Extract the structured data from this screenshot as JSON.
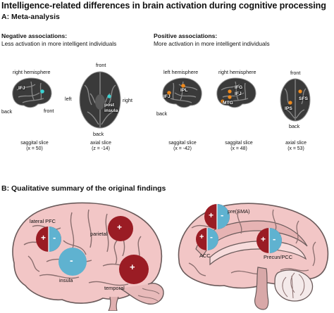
{
  "title": "Intelligence-related differences in brain activation during cognitive processing",
  "section_a": {
    "heading": "A: Meta-analysis",
    "negative": {
      "heading": "Negative associations:",
      "subheading": "Less activation in more intelligent individuals",
      "sagittal": {
        "hemisphere": "right hemisphere",
        "back": "back",
        "front": "front",
        "region": "IFJ",
        "caption": "saggital slice",
        "coord": "(x = 50)"
      },
      "axial": {
        "front": "front",
        "back": "back",
        "left": "left",
        "right": "right",
        "region": "post insula",
        "caption": "axial slice",
        "coord": "(z = -14)"
      }
    },
    "positive": {
      "heading": "Positive associations:",
      "subheading": "More activation in more intelligent individuals",
      "left_sagittal": {
        "hemisphere": "left hemisphere",
        "back": "back",
        "regions": [
          "IFJ",
          "IPL"
        ],
        "caption": "saggital slice",
        "coord": "(x = -42)"
      },
      "right_sagittal": {
        "hemisphere": "right hemisphere",
        "regions": [
          "IFG",
          "IFJ",
          "MTG"
        ],
        "caption": "saggital slice",
        "coord": "(x = 48)"
      },
      "axial": {
        "front": "front",
        "back": "back",
        "regions": [
          "SFS",
          "IPS"
        ],
        "caption": "axial slice",
        "coord": "(x = 53)"
      }
    }
  },
  "section_b": {
    "heading": "B: Qualitative summary of the original findings",
    "lateral_labels": [
      "lateral PFC",
      "parietal",
      "insula",
      "temporal"
    ],
    "medial_labels": [
      "pre(SMA)",
      "ACC",
      "Precun/PCC"
    ],
    "plus": "+",
    "minus": "-"
  },
  "colors": {
    "positive": "#9a1c24",
    "negative": "#5fb2d0",
    "brain_fill": "#f2c6c6",
    "brain_stroke": "#6a5a5a",
    "scan_dark": "#3a3a3a",
    "activation_orange": "#f08a1c",
    "activation_cyan": "#3ad2d2"
  }
}
